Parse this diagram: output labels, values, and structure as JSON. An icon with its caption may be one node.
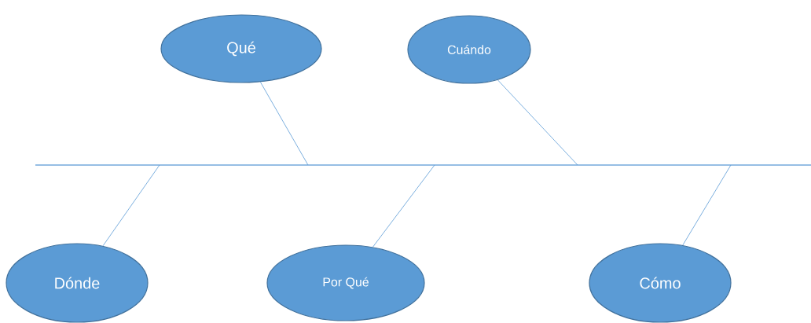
{
  "diagram": {
    "nodes": [
      {
        "text": [
          "Qué"
        ]
      },
      {
        "text": [
          "Cuándo"
        ]
      },
      {
        "text": [],
        "shape": "line"
      },
      {
        "text": [
          "Dónde"
        ]
      },
      {
        "text": [
          "Por Qué"
        ]
      },
      {
        "text": [
          "Cómo"
        ]
      }
    ],
    "edges": [
      {
        "from": 0,
        "to": 2,
        "arrow": "none"
      },
      {
        "from": 1,
        "to": 2,
        "arrow": "none"
      },
      {
        "from": 3,
        "to": 2,
        "arrow": "none"
      },
      {
        "from": 4,
        "to": 2,
        "arrow": "none"
      },
      {
        "from": 5,
        "to": 2,
        "arrow": "none"
      }
    ]
  }
}
